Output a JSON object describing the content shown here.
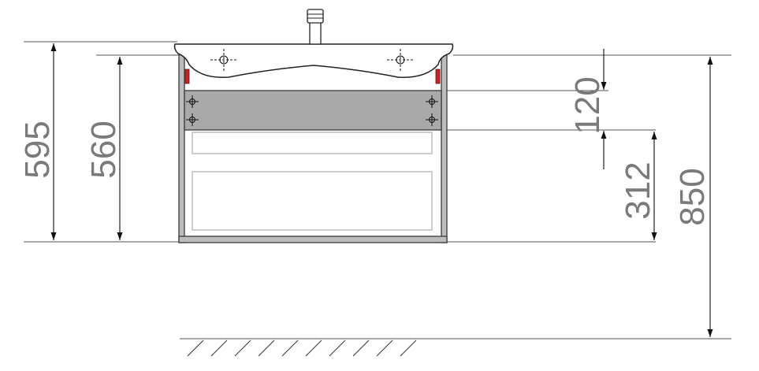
{
  "dimensions": {
    "d595": "595",
    "d560": "560",
    "d120": "120",
    "d312": "312",
    "d850": "850"
  },
  "colors": {
    "panel_gray": "#a9a9a9",
    "red_marker": "#cc2222",
    "text_gray": "#7a7a7a",
    "line": "#222222"
  }
}
